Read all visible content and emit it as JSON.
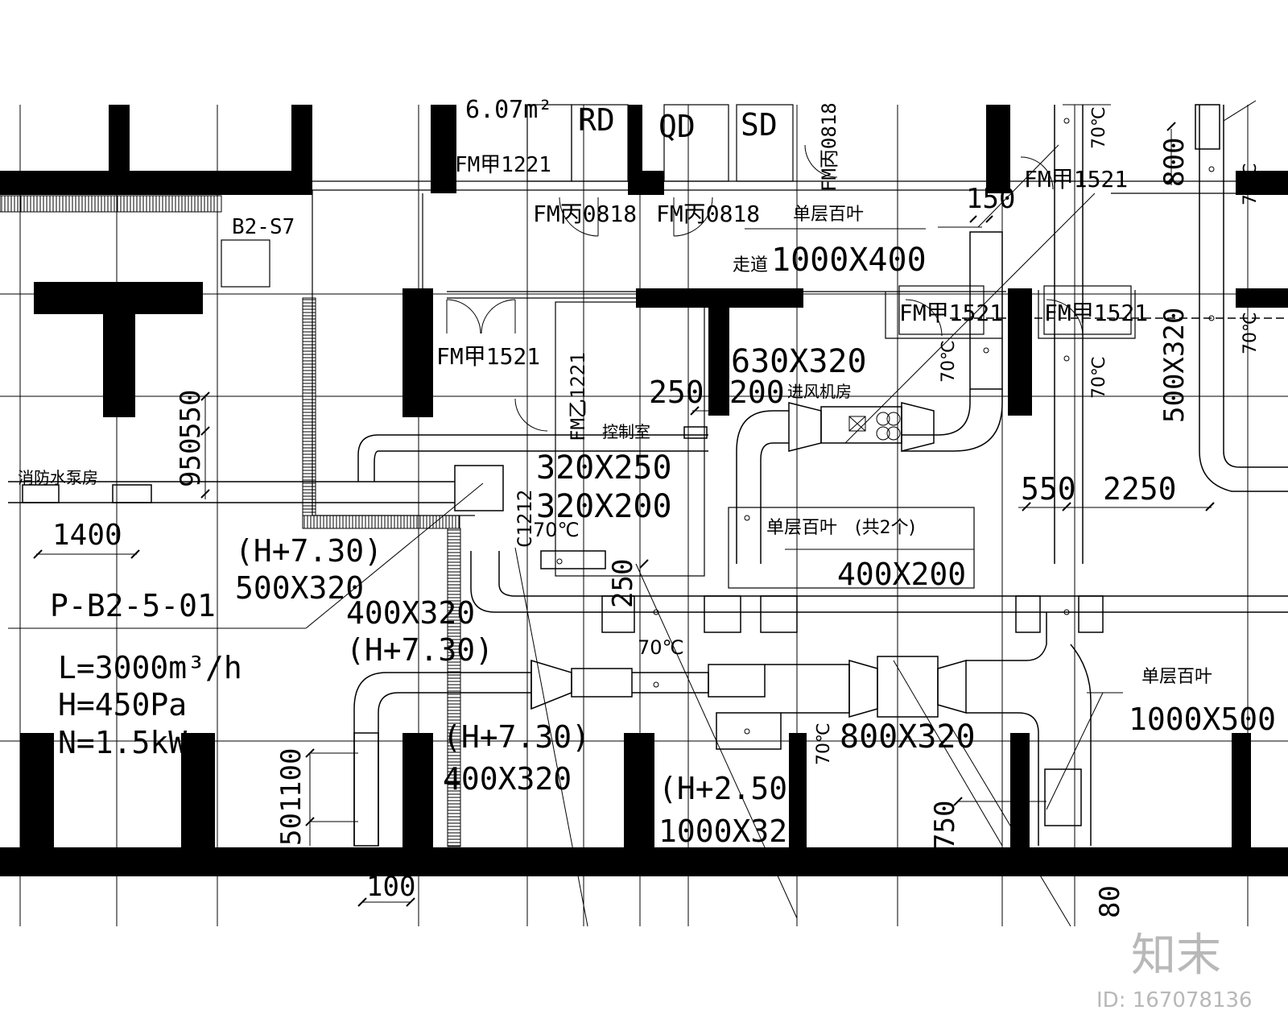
{
  "rooms": {
    "fire_pump_room": "消防水泵房",
    "air_handling_room": "进风机房",
    "control_room": "控制室",
    "corridor": "走道",
    "rd": "RD",
    "qd": "QD",
    "sd": "SD",
    "b2_s7": "B2-S7",
    "top_area": "6.07m²"
  },
  "doors": {
    "fm_jia_1221": "FM甲1221",
    "fm_bing_0818_a": "FM丙0818",
    "fm_bing_0818_b": "FM丙0818",
    "fm_bing_0818_c": "FM丙0818",
    "fm_jia_1521_a": "FM甲1521",
    "fm_jia_1521_b": "FM甲1521",
    "fm_jia_1521_c": "FM甲1521",
    "fm_jia_1521_d": "FM甲1521",
    "fm_yi_1221": "FM乙1221",
    "c_1212": "C1212"
  },
  "equipment": {
    "tag": "P-B2-5-01",
    "airflow": "L=3000m³/h",
    "head": "H=450Pa",
    "power": "N=1.5kW"
  },
  "duct_labels": {
    "d_1000x400": "1000X400",
    "d_630x320": "630X320",
    "d_320x250": "320X250",
    "d_320x200": "320X200",
    "d_500x320_a": "500X320",
    "d_500x320_b": "500X320",
    "d_400x320_a": "400X320",
    "d_400x320_b": "400X320",
    "d_400x200": "400X200",
    "d_800x320": "800X320",
    "d_1000x500": "1000X500",
    "d_1000x320": "1000X320",
    "elev_a": "(H+7.30)",
    "elev_b": "(H+7.30)",
    "elev_c": "(H+7.30)",
    "elev_d": "(H+2.50)",
    "single_louver_a": "单层百叶",
    "single_louver_b": "单层百叶",
    "single_louver_c": "单层百叶",
    "louver_count": "(共2个)",
    "fire_damper_1": "70℃",
    "fire_damper_2": "70℃",
    "fire_damper_3": "70℃",
    "fire_damper_4": "70℃",
    "fire_damper_5": "70℃",
    "fire_damper_6": "70℃",
    "fire_damper_7": "70℃",
    "fire_damper_8": "70℃"
  },
  "dimensions": {
    "dim_150": "150",
    "dim_800": "800",
    "dim_250": "250",
    "dim_200": "200",
    "dim_550": "550",
    "dim_2250": "2250",
    "dim_950": "950",
    "dim_550b": "550",
    "dim_1400": "1400",
    "dim_250b": "250",
    "dim_501": "501",
    "dim_100": "100",
    "dim_100b": "100",
    "dim_750": "750",
    "dim_800b": "80"
  },
  "watermark": {
    "brand": "知末",
    "id": "ID: 167078136"
  },
  "colors": {
    "line": "#000000",
    "wall": "#000000",
    "background": "#ffffff",
    "watermark": "#b8b8b8"
  }
}
